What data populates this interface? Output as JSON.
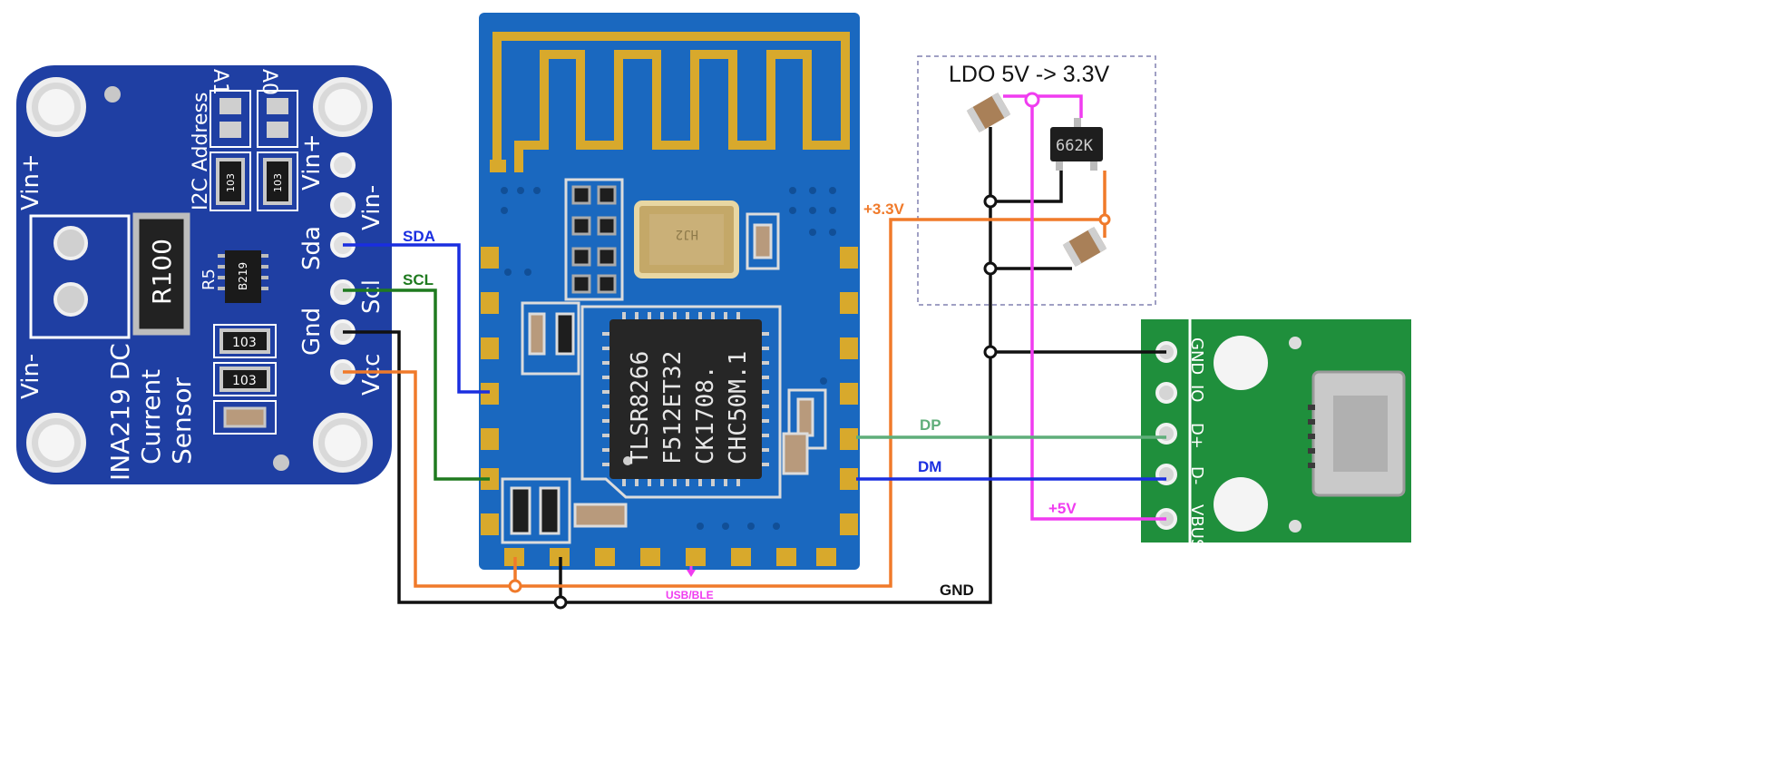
{
  "colors": {
    "ina_board": "#1f3fa3",
    "ble_board": "#1a68bf",
    "usb_board": "#1f8f3c",
    "gold": "#d8a92c",
    "sda_wire": "#1a2ee0",
    "scl_wire": "#1f7a1f",
    "gnd_wire": "#111111",
    "v33_wire": "#f07a2a",
    "v5_wire": "#f03cf0",
    "dp_wire": "#5fae7a",
    "dm_wire": "#1a2ee0",
    "ldo_box_border": "#8080b0"
  },
  "ina219": {
    "pins": [
      "Vin+",
      "Vin-",
      "Sda",
      "Scl",
      "Gnd",
      "Vcc"
    ],
    "terminal_labels": [
      "Vin+",
      "Vin-"
    ],
    "address_label": "I2C Address",
    "address_pads": [
      "A1",
      "A0"
    ],
    "shunt_label": "R100",
    "shunt_ref": "R5",
    "ic_marking": "B219",
    "resistor_markings": [
      "103",
      "103",
      "103",
      "103"
    ],
    "title_lines": [
      "INA219 DC",
      "Current",
      "Sensor"
    ]
  },
  "ble_module": {
    "chip_lines": [
      "TLSR8266",
      "F512ET32",
      "CK1708.",
      "CHC50M.1"
    ],
    "crystal_marking": "HJ2"
  },
  "ldo": {
    "title": "LDO 5V -> 3.3V",
    "regulator_marking": "662K"
  },
  "usb_board": {
    "pins": [
      "GND",
      "IO",
      "D+",
      "D-",
      "VBUS"
    ]
  },
  "wire_labels": {
    "sda": "SDA",
    "scl": "SCL",
    "v33": "+3.3V",
    "dp": "DP",
    "dm": "DM",
    "v5": "+5V",
    "gnd": "GND",
    "usb_ble": "USB/BLE"
  }
}
